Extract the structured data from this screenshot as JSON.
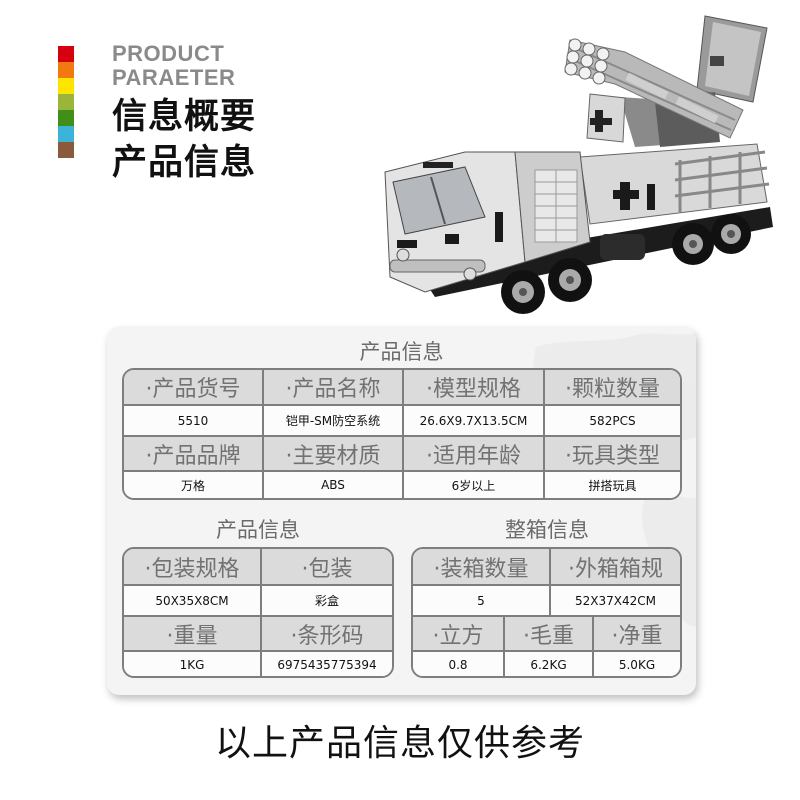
{
  "header": {
    "color_bar": [
      "#d7000f",
      "#f07a10",
      "#fde500",
      "#9ab53a",
      "#3f8f1a",
      "#3bb4d8",
      "#8a5a3c"
    ],
    "en_title_line1": "PRODUCT",
    "en_title_line2": "PARAETER",
    "cn_title_line1": "信息概要",
    "cn_title_line2": "产品信息"
  },
  "product_image": {
    "alt": "armored SM air-defense system building block truck model"
  },
  "card": {
    "top_section_title": "产品信息",
    "top_table": {
      "rows": [
        {
          "type": "header",
          "cells": [
            "·产品货号",
            "·产品名称",
            "·模型规格",
            "·颗粒数量"
          ]
        },
        {
          "type": "value",
          "cells": [
            "5510",
            "铠甲-SM防空系统",
            "26.6X9.7X13.5CM",
            "582PCS"
          ]
        },
        {
          "type": "header",
          "cells": [
            "·产品品牌",
            "·主要材质",
            "·适用年龄",
            "·玩具类型"
          ]
        },
        {
          "type": "value",
          "cells": [
            "万格",
            "ABS",
            "6岁以上",
            "拼搭玩具"
          ]
        }
      ]
    },
    "left_section_title": "产品信息",
    "left_table": {
      "rows": [
        {
          "type": "header",
          "cells": [
            "·包装规格",
            "·包装"
          ]
        },
        {
          "type": "value",
          "cells": [
            "50X35X8CM",
            "彩盒"
          ]
        },
        {
          "type": "header",
          "cells": [
            "·重量",
            "·条形码"
          ]
        },
        {
          "type": "value",
          "cells": [
            "1KG",
            "6975435775394"
          ]
        }
      ]
    },
    "right_section_title": "整箱信息",
    "right_table": {
      "rows": [
        {
          "type": "header",
          "cells": [
            "·装箱数量",
            "·外箱箱规"
          ]
        },
        {
          "type": "value",
          "cells": [
            "5",
            "52X37X42CM"
          ]
        },
        {
          "type": "header",
          "cells": [
            "·立方",
            "·毛重",
            "·净重"
          ]
        },
        {
          "type": "value",
          "cells": [
            "0.8",
            "6.2KG",
            "5.0KG"
          ]
        }
      ]
    }
  },
  "footer": {
    "note": "以上产品信息仅供参考"
  },
  "colors": {
    "header_cell_bg": "#dcdbdb",
    "header_cell_text": "#727272",
    "table_border": "#7e7e7e",
    "card_bg": "#f4f4f4"
  }
}
